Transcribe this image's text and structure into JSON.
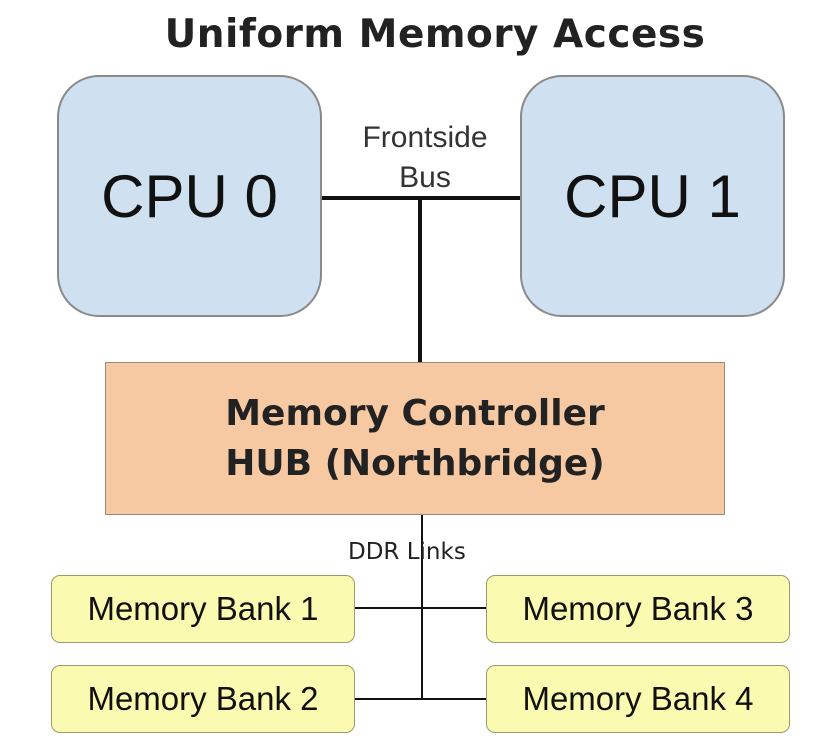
{
  "title": "Uniform Memory Access",
  "cpus": [
    {
      "label": "CPU 0"
    },
    {
      "label": "CPU 1"
    }
  ],
  "frontside_bus": {
    "line1": "Frontside",
    "line2": "Bus"
  },
  "hub": {
    "line1": "Memory Controller",
    "line2": "HUB (Northbridge)"
  },
  "ddr_links": "DDR Links",
  "memory_banks": [
    {
      "label": "Memory Bank 1"
    },
    {
      "label": "Memory Bank 2"
    },
    {
      "label": "Memory Bank 3"
    },
    {
      "label": "Memory Bank 4"
    }
  ],
  "colors": {
    "cpu_fill": "#cfe0f0",
    "hub_fill": "#f7c9a2",
    "bank_fill": "#fafab0"
  }
}
